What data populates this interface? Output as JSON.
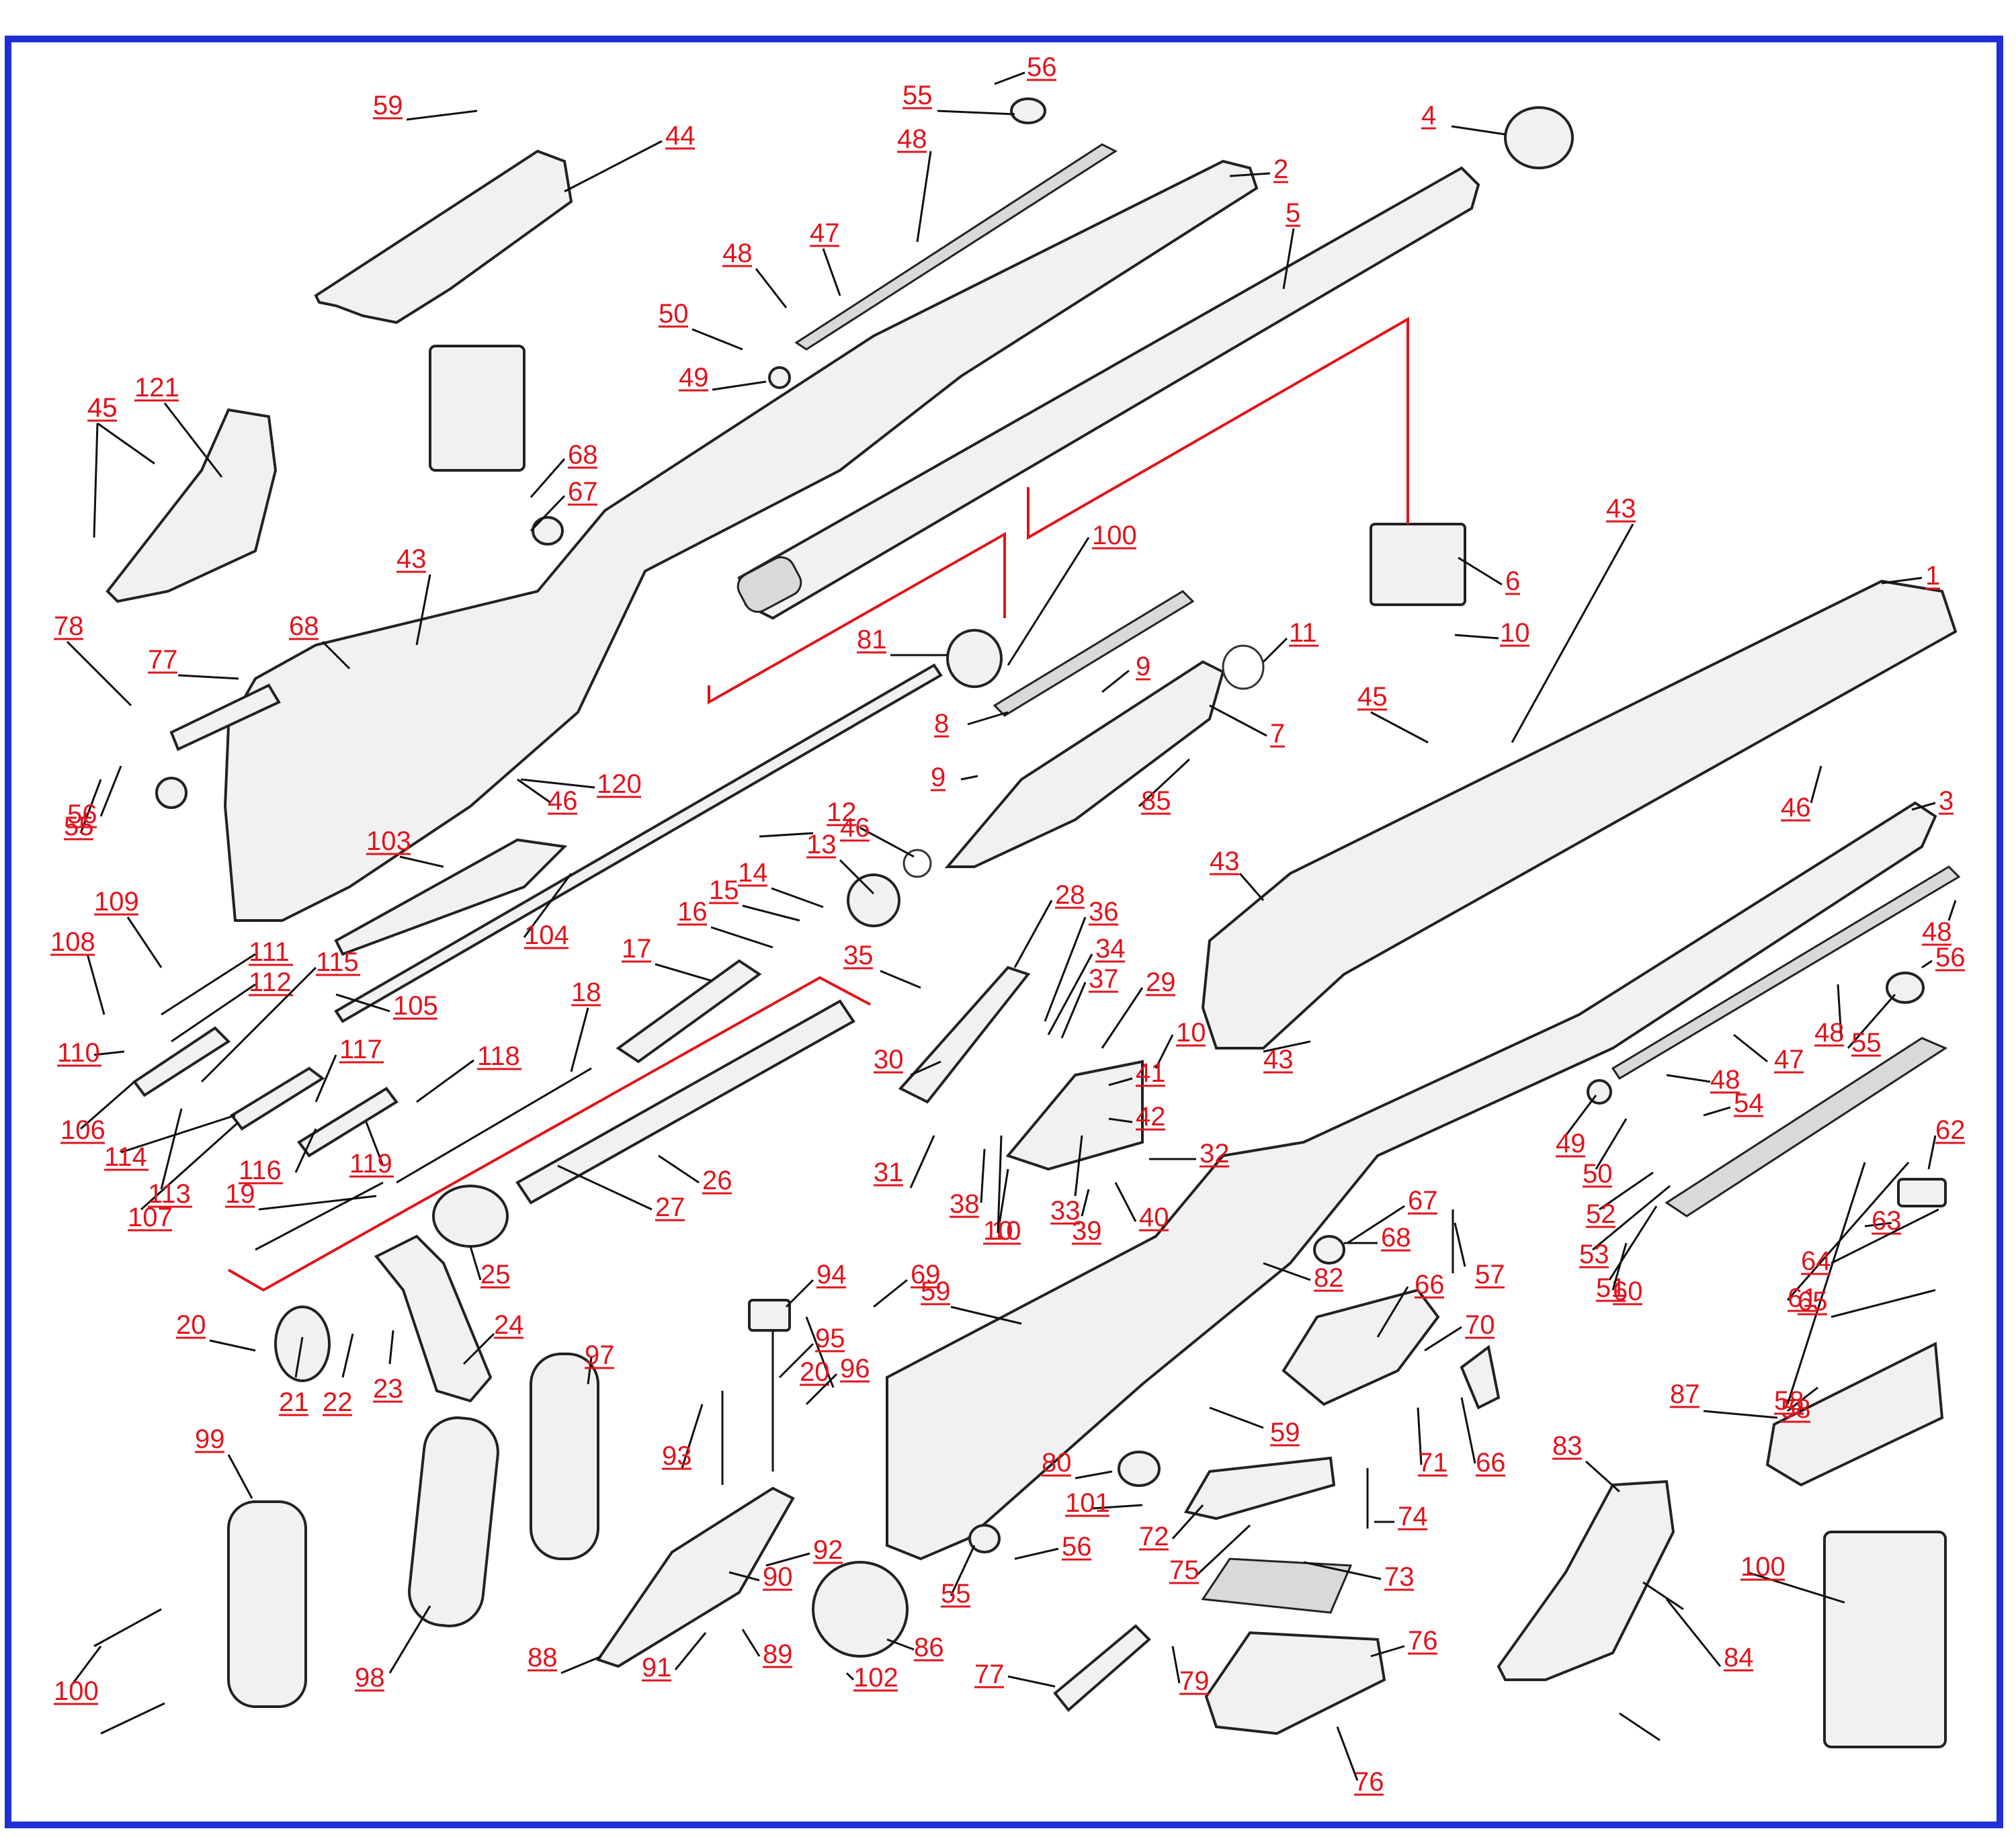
{
  "frame_color": "#1f2fd6",
  "label_color": "#e0141c",
  "labels": [
    "1",
    "2",
    "3",
    "4",
    "5",
    "6",
    "7",
    "8",
    "9",
    "9",
    "10",
    "10",
    "10",
    "10",
    "11",
    "12",
    "13",
    "14",
    "15",
    "16",
    "17",
    "18",
    "19",
    "20",
    "20",
    "21",
    "22",
    "23",
    "24",
    "25",
    "26",
    "27",
    "28",
    "29",
    "30",
    "31",
    "32",
    "33",
    "34",
    "35",
    "36",
    "37",
    "38",
    "39",
    "40",
    "41",
    "42",
    "43",
    "43",
    "43",
    "43",
    "44",
    "45",
    "45",
    "45",
    "46",
    "46",
    "46",
    "47",
    "47",
    "48",
    "48",
    "48",
    "48",
    "48",
    "49",
    "49",
    "50",
    "50",
    "51",
    "52",
    "53",
    "54",
    "55",
    "55",
    "55",
    "55",
    "56",
    "56",
    "56",
    "56",
    "57",
    "58",
    "58",
    "59",
    "59",
    "59",
    "60",
    "61",
    "62",
    "63",
    "64",
    "65",
    "66",
    "66",
    "67",
    "67",
    "68",
    "68",
    "68",
    "69",
    "70",
    "71",
    "72",
    "73",
    "74",
    "75",
    "76",
    "76",
    "77",
    "77",
    "78",
    "79",
    "80",
    "81",
    "82",
    "83",
    "84",
    "85",
    "86",
    "87",
    "88",
    "89",
    "90",
    "91",
    "92",
    "93",
    "94",
    "95",
    "96",
    "97",
    "98",
    "99",
    "100",
    "100",
    "100",
    "101",
    "102",
    "103",
    "104",
    "105",
    "106",
    "107",
    "108",
    "109",
    "110",
    "111",
    "112",
    "113",
    "114",
    "115",
    "116",
    "117",
    "118",
    "119",
    "120",
    "121"
  ]
}
